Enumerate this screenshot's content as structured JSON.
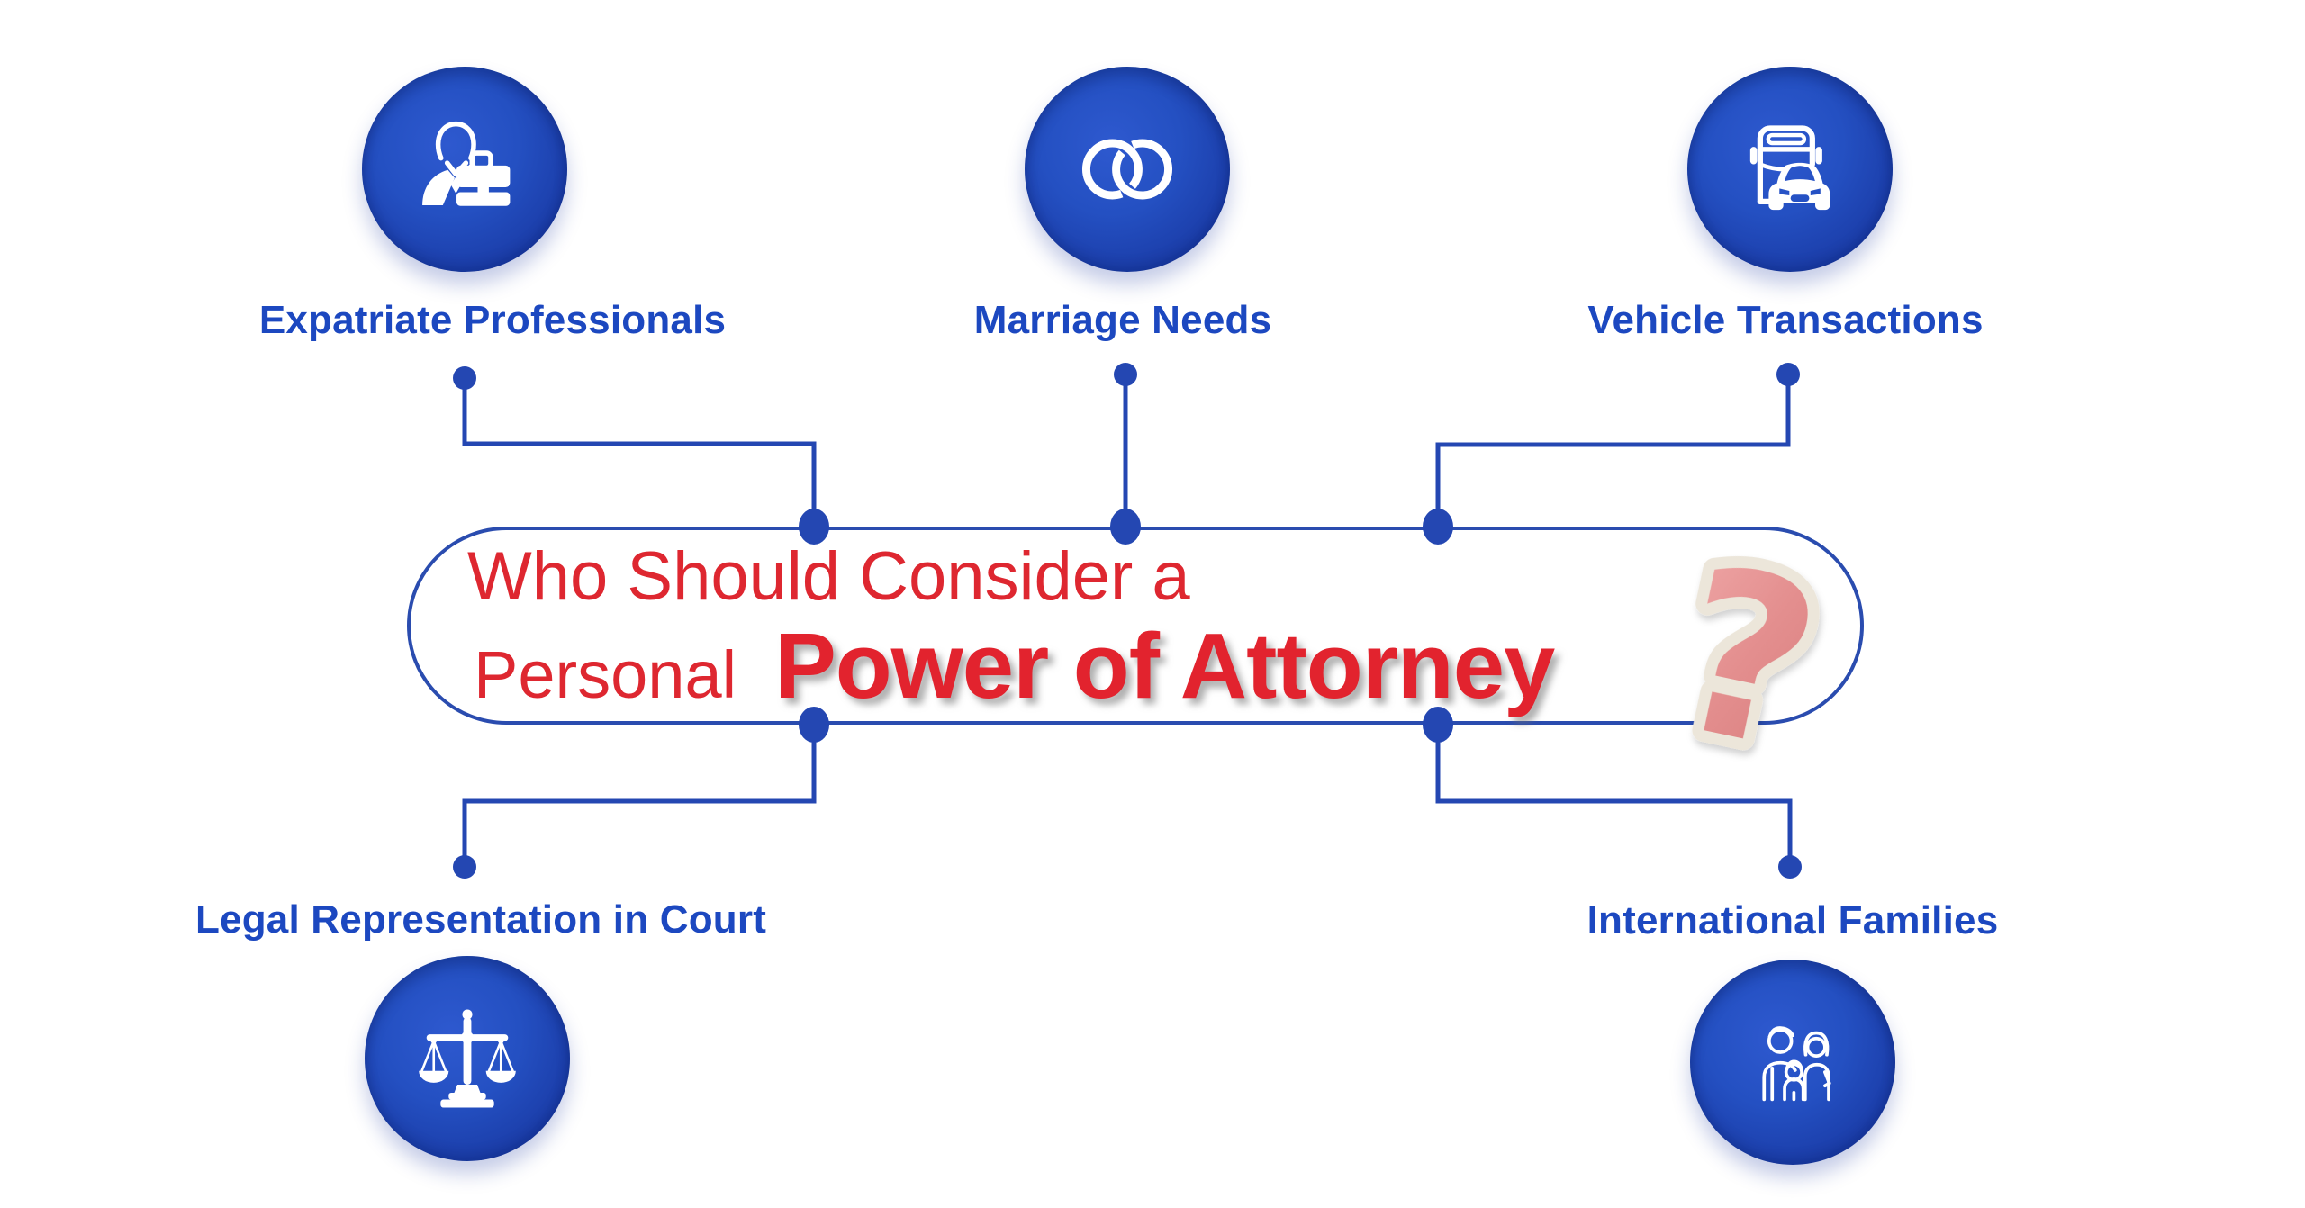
{
  "title": {
    "line1": "Who Should Consider a",
    "line2_regular": "Personal",
    "line2_emphasis": "Power of Attorney",
    "question_mark": "?"
  },
  "nodes": [
    {
      "label": "Expatriate Professionals",
      "icon": "businessman-briefcase-icon",
      "position": "top-left"
    },
    {
      "label": "Marriage Needs",
      "icon": "wedding-rings-icon",
      "position": "top-center"
    },
    {
      "label": "Vehicle Transactions",
      "icon": "bus-car-icon",
      "position": "top-right"
    },
    {
      "label": "Legal Representation in Court",
      "icon": "justice-scales-icon",
      "position": "bottom-left"
    },
    {
      "label": "International Families",
      "icon": "family-icon",
      "position": "bottom-right"
    }
  ],
  "colors": {
    "connector_blue": "#2447b2",
    "label_blue": "#1c48c0",
    "pill_border_blue": "#2a4caf",
    "title_red": "#de2730",
    "circle_gradient_start": "#2e59cf",
    "circle_gradient_end": "#16349e",
    "question_mark_fill": "#e79595",
    "question_mark_paper": "#ece6da"
  }
}
